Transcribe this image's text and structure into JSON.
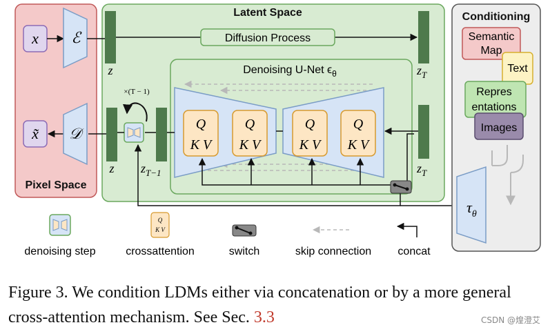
{
  "pixel_space": {
    "title": "Pixel Space",
    "input": "x",
    "output": "x̃",
    "encoder": "ℰ",
    "decoder": "𝒟"
  },
  "latent_space": {
    "title": "Latent Space",
    "diffusion_process": "Diffusion Process",
    "z_top": "z",
    "z_bottom": "z",
    "z_T_top": "z",
    "z_T_bottom": "z",
    "z_T_sub": "T",
    "z_tm1": "z",
    "z_tm1_sub": "T−1",
    "repeat_label": "×(T − 1)"
  },
  "unet": {
    "title": "Denoising U-Net ϵ",
    "title_sub": "θ",
    "block_q": "Q",
    "block_kv": "K V"
  },
  "conditioning": {
    "title": "Conditioning",
    "semantic_map": [
      "Semantic",
      "Map"
    ],
    "text": "Text",
    "representations": [
      "Repres",
      "entations"
    ],
    "images": "Images",
    "tau": "τ",
    "tau_sub": "θ"
  },
  "legend": {
    "denoising_step": "denoising step",
    "crossattention": "crossattention",
    "switch": "switch",
    "skip_connection": "skip connection",
    "concat": "concat",
    "mini_q": "Q",
    "mini_kv": "K V"
  },
  "caption": {
    "text": "Figure 3.   We condition LDMs either via concatenation or by a more general cross-attention mechanism. See Sec. ",
    "ref": "3.3"
  },
  "watermark": "CSDN @煌澄艾",
  "colors": {
    "pixel_bg": "#f4c9c9",
    "latent_bg": "#d8ebd2",
    "cond_bg": "#ededed",
    "latent_bar": "#4e7a4c",
    "unet_fill": "#d6e4f6",
    "unet_stroke": "#7a9cc6",
    "block_fill": "#fde6c4",
    "block_stroke": "#d79a2e",
    "purple": "#e0d6ee",
    "caption_ref": "#c0392b"
  }
}
